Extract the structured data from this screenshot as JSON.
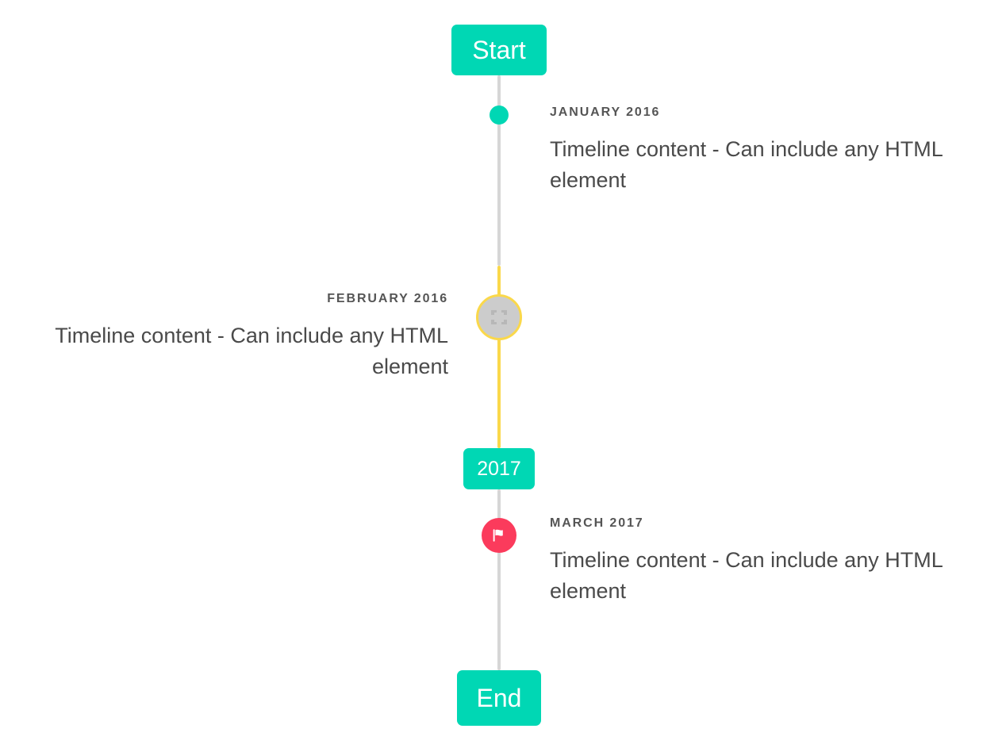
{
  "timeline": {
    "start_label": "Start",
    "end_label": "End",
    "year_marker_label": "2017",
    "colors": {
      "accent_teal": "#00d7b4",
      "rail_gray": "#d6d6d6",
      "rail_yellow": "#fad84b",
      "marker_pink": "#fb3b5c",
      "marker_gray_fill": "#cccccc",
      "date_text": "#555555",
      "body_text": "#4a4a4a"
    },
    "entries": [
      {
        "date": "January 2016",
        "body": "Timeline content - Can include any HTML element",
        "side": "right",
        "marker": "dot-icon"
      },
      {
        "date": "February 2016",
        "body": "Timeline content - Can include any HTML element",
        "side": "left",
        "marker": "broken-image-icon"
      },
      {
        "date": "March 2017",
        "body": "Timeline content - Can include any HTML element",
        "side": "right",
        "marker": "flag-icon"
      }
    ]
  }
}
